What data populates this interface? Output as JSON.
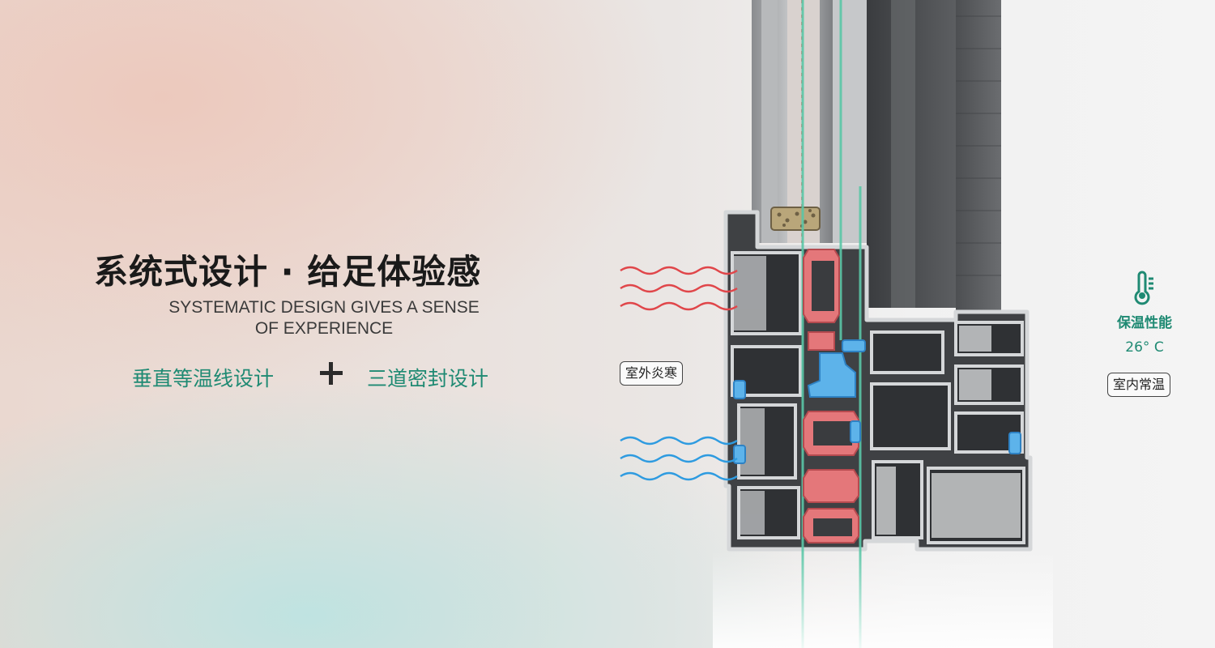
{
  "headline": "系统式设计 · 给足体验感",
  "subtitle_line1": "SYSTEMATIC DESIGN GIVES A SENSE",
  "subtitle_line2": "OF EXPERIENCE",
  "feature_1": "垂直等温线设计",
  "feature_2": "三道密封设计",
  "outside_label": "室外炎寒",
  "inside_label": "室内常温",
  "performance_title": "保温性能",
  "performance_temp": "26° C",
  "icons": [
    "plus-icon",
    "thermometer-icon",
    "heat-wave-icon",
    "cold-wave-icon"
  ],
  "colors": {
    "accent_green": "#1f8a73",
    "heat_red": "#e0464a",
    "cold_blue": "#2e9be0",
    "gasket_pink": "#e4777a",
    "seal_blue": "#46a8e6"
  }
}
